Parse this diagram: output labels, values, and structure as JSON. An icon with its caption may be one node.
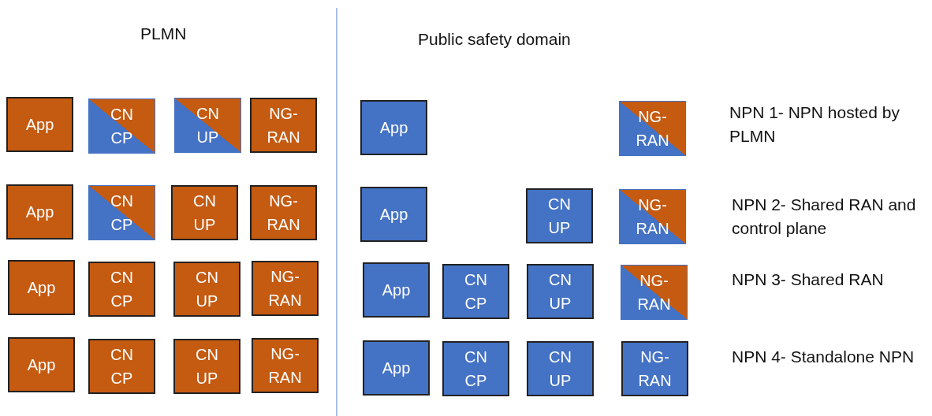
{
  "diagram": {
    "nodes": [
      {
        "text": [
          "App"
        ]
      },
      {
        "text": [
          "CN CP"
        ]
      },
      {
        "text": [
          "CN UP"
        ]
      },
      {
        "text": [
          "NG- RAN"
        ]
      },
      {
        "text": [
          "App"
        ]
      },
      {
        "text": [
          "NG- RAN"
        ]
      },
      {
        "text": [
          "App"
        ]
      },
      {
        "text": [
          "CN CP"
        ]
      },
      {
        "text": [
          "CN UP"
        ]
      },
      {
        "text": [
          "NG- RAN"
        ]
      },
      {
        "text": [
          "App"
        ]
      },
      {
        "text": [
          "CN UP"
        ]
      },
      {
        "text": [
          "NG- RAN"
        ]
      },
      {
        "text": [
          "App"
        ]
      },
      {
        "text": [
          "CN CP"
        ]
      },
      {
        "text": [
          "CN UP"
        ]
      },
      {
        "text": [
          "NG- RAN"
        ]
      },
      {
        "text": [
          "App"
        ]
      },
      {
        "text": [
          "CN CP"
        ]
      },
      {
        "text": [
          "CN UP"
        ]
      },
      {
        "text": [
          "NG- RAN"
        ]
      },
      {
        "text": [
          "App"
        ]
      },
      {
        "text": [
          "CN CP"
        ]
      },
      {
        "text": [
          "CN UP"
        ]
      },
      {
        "text": [
          "NG- RAN"
        ]
      },
      {
        "text": [
          "App"
        ]
      },
      {
        "text": [
          "CN CP"
        ]
      },
      {
        "text": [
          "CN UP"
        ]
      },
      {
        "text": [
          "NG- RAN"
        ]
      }
    ],
    "labels": [
      "PLMN",
      "Public safety domain",
      "NPN 1- NPN hosted by PLMN",
      "NPN 2- Shared RAN and control plane",
      "NPN 3- Shared RAN",
      "NPN 4- Standalone NPN"
    ]
  }
}
